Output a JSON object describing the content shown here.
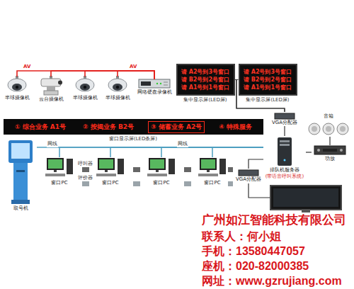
{
  "diagram": {
    "nodes": [
      {
        "text": [
          "半球摄像机"
        ]
      },
      {
        "text": [
          "云台摄像机"
        ]
      },
      {
        "text": [
          "半球摄像机"
        ]
      },
      {
        "text": [
          "半球摄像机"
        ]
      },
      {
        "text": [
          "网络硬盘录像机"
        ]
      },
      {
        "text": [
          "① 综合业务 A1号",
          "② 按揭业务 B2号",
          "③ 储蓄业务 A2号",
          "④ 特殊服务"
        ]
      },
      {
        "text": [
          "请 A2号到3号窗口",
          "请 B2号到2号窗口",
          "请 A1号到1号窗口"
        ]
      },
      {
        "text": [
          "请 A2号到3号窗口",
          "请 B2号到2号窗口",
          "请 A1号到1号窗口"
        ]
      },
      {
        "text": [
          "VGA分配器"
        ]
      },
      {
        "text": [
          "排队机服务器",
          "(带语音呼叫系统)"
        ]
      },
      {
        "text": [
          "VGA分配器"
        ]
      },
      {
        "text": [
          "音箱"
        ]
      },
      {
        "text": [
          "功放"
        ]
      },
      {
        "text": [
          "取号机"
        ]
      },
      {
        "text": [
          "窗口PC"
        ]
      },
      {
        "text": [
          "窗口PC"
        ]
      },
      {
        "text": [
          "窗口PC"
        ]
      },
      {
        "text": [
          "窗口PC"
        ]
      }
    ],
    "edges": [
      {
        "from": 0,
        "to": 4,
        "arrow": "none"
      },
      {
        "from": 1,
        "to": 4,
        "arrow": "none"
      },
      {
        "from": 2,
        "to": 4,
        "arrow": "none"
      },
      {
        "from": 3,
        "to": 4,
        "arrow": "none"
      },
      {
        "from": 13,
        "to": 9,
        "arrow": "none"
      },
      {
        "from": 14,
        "to": 9,
        "arrow": "none"
      },
      {
        "from": 15,
        "to": 9,
        "arrow": "none"
      },
      {
        "from": 16,
        "to": 9,
        "arrow": "none"
      },
      {
        "from": 17,
        "to": 9,
        "arrow": "none"
      },
      {
        "from": 9,
        "to": 8,
        "arrow": "none"
      },
      {
        "from": 8,
        "to": 6,
        "arrow": "none"
      },
      {
        "from": 8,
        "to": 7,
        "arrow": "none"
      },
      {
        "from": 9,
        "to": 10,
        "arrow": "none"
      },
      {
        "from": 9,
        "to": 12,
        "arrow": "none"
      },
      {
        "from": 12,
        "to": 11,
        "arrow": "none"
      }
    ],
    "labels": [
      "AV",
      "AV",
      "窗口显示屏(LED条屏)",
      "集中显示屏(LED屏)",
      "集中显示屏(LED屏)",
      "网线",
      "网线",
      "呼叫器",
      "评价器",
      "广州如江智能科技有限公司",
      "联系人：何小姐",
      "手机：13580447057",
      "座机：020-82000385",
      "网址：www.gzrujiang.com"
    ]
  }
}
